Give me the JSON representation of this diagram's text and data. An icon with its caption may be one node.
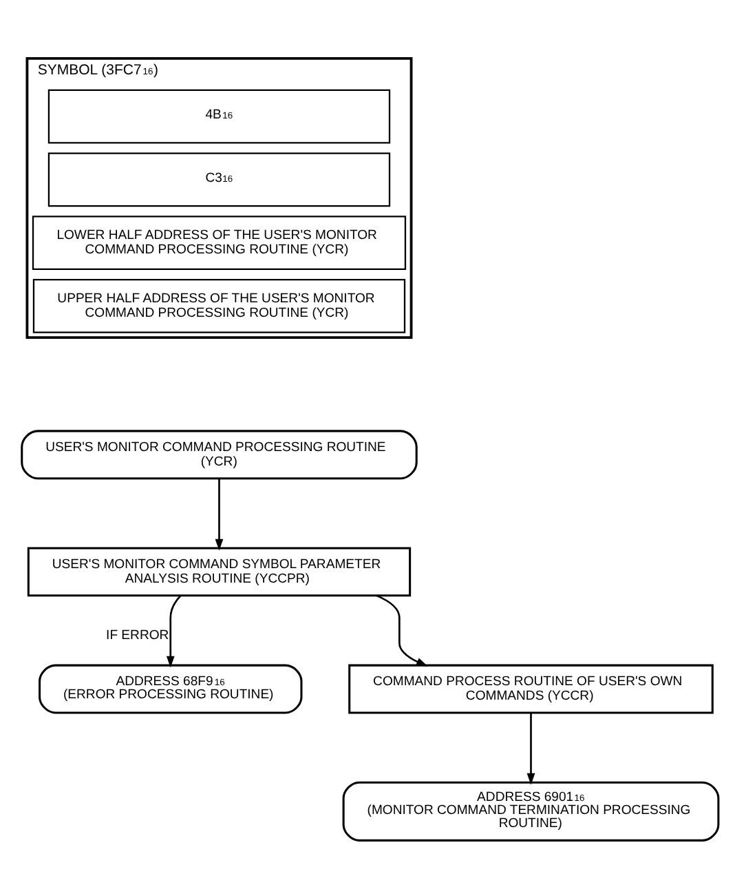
{
  "diagram": {
    "nodes": [
      {
        "text": [],
        "shape": "box",
        "beside": [
          "SYMBOL (3FC7$_{16}$)"
        ]
      },
      {
        "text": [
          "4B$_{16}$"
        ],
        "in": 0
      },
      {
        "text": [
          "C3$_{16}$"
        ],
        "in": 0
      },
      {
        "text": [
          "LOWER HALF ADDRESS OF THE USER'S MONITOR COMMAND PROCESSING ROUTINE (YCR)"
        ],
        "in": 0
      },
      {
        "text": [
          "UPPER HALF ADDRESS OF THE USER'S MONITOR COMMAND PROCESSING ROUTINE (YCR)"
        ],
        "in": 0
      },
      {
        "text": [
          "USER'S MONITOR COMMAND PROCESSING ROUTINE (YCR)"
        ]
      },
      {
        "text": [
          "USER'S MONITOR COMMAND SYMBOL PARAMETER ANALYSIS ROUTINE (YCCPR)"
        ]
      },
      {
        "text": [
          "ADDRESS 68F9$_{16}$",
          "(ERROR PROCESSING ROUTINE)"
        ]
      },
      {
        "text": [
          "COMMAND PROCESS ROUTINE OF USER'S OWN COMMANDS (YCCR)"
        ]
      },
      {
        "text": [
          "ADDRESS 6901$_{16}$",
          "(MONITOR COMMAND TERMINATION PROCESSING ROUTINE)"
        ]
      }
    ],
    "edges": [
      {
        "from": 5,
        "to": 6,
        "arrow": "to"
      },
      {
        "from": 6,
        "to": 7,
        "arrow": "to",
        "label": "IF ERROR"
      },
      {
        "from": 6,
        "to": 8,
        "arrow": "to"
      },
      {
        "from": 8,
        "to": 9,
        "arrow": "to"
      }
    ]
  }
}
